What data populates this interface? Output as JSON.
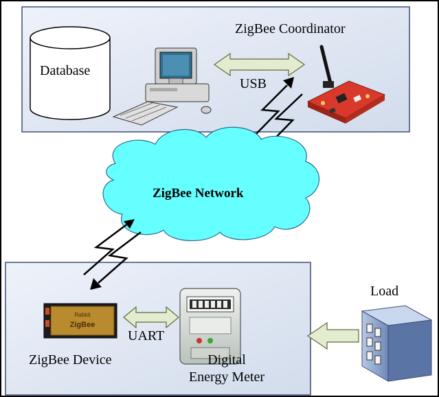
{
  "diagram": {
    "coordinator_label": "ZigBee Coordinator",
    "database_label": "Database",
    "usb_label": "USB",
    "network_label": "ZigBee Network",
    "uart_label": "UART",
    "device_label": "ZigBee Device",
    "meter_label_line1": "Digital",
    "meter_label_line2": "Energy Meter",
    "load_label": "Load",
    "module_marking_line1": "Rabbit",
    "module_marking_line2": "ZigBee"
  },
  "colors": {
    "panel_fill": "#dfe7f3",
    "panel_stroke": "#3e4e72",
    "cloud_fill": "#66ffff",
    "arrow_fill": "#e4ecd0",
    "arrow_stroke": "#5a6b3a",
    "board_red": "#d8392b"
  }
}
